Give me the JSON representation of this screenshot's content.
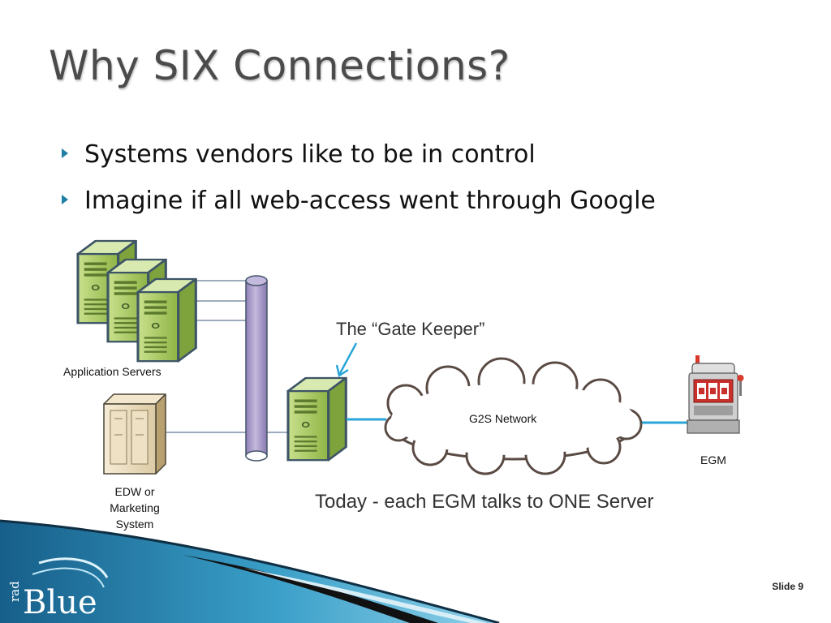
{
  "slide": {
    "title": "Why SIX Connections?",
    "bullets": [
      "Systems vendors like to be in control",
      "Imagine if all web-access went through Google"
    ],
    "slide_number": "Slide 9"
  },
  "diagram": {
    "gatekeeper_label": "The “Gate Keeper”",
    "app_servers_label": "Application Servers",
    "edw_label_lines": [
      "EDW or",
      "Marketing",
      "System"
    ],
    "network_label": "G2S Network",
    "egm_label": "EGM",
    "caption": "Today - each EGM talks to ONE Server"
  },
  "logo": {
    "small_text": "rad",
    "large_text": "Blue"
  },
  "colors": {
    "server_green": "#a6c75a",
    "bus_purple": "#a99bc9",
    "link_blue": "#2aa6d8",
    "footer_blue": "#1c6e9a"
  }
}
